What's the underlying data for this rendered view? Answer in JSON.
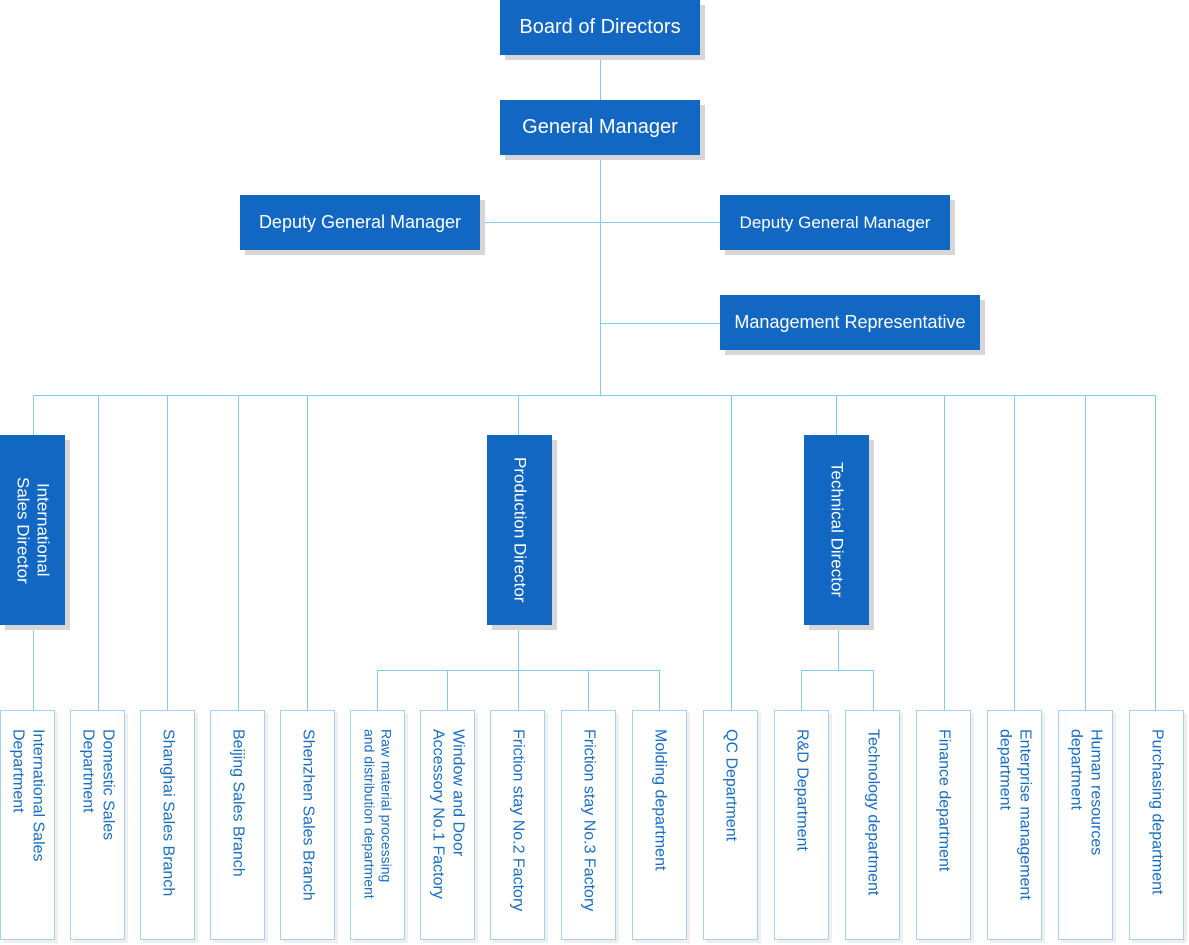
{
  "top": {
    "board": "Board of Directors",
    "gm": "General Manager",
    "dgm_left": "Deputy General Manager",
    "dgm_right": "Deputy General Manager",
    "mgmt_rep": "Management Representative"
  },
  "directors": {
    "intl": "International\nSales Director",
    "production": "Production Director",
    "technical": "Technical Director"
  },
  "departments": [
    "International Sales\nDepartment",
    "Domestic Sales\nDepartment",
    "Shanghai Sales Branch",
    "Beijing Sales Branch",
    "Shenzhen Sales Branch",
    "Raw material processing\nand distribution department",
    "Window and Door\nAccessory No.1 Factory",
    "Friction stay No.2 Factory",
    "Friction stay No.3 Factory",
    "Molding department",
    "QC Department",
    "R&D Department",
    "Technology department",
    "Finance department",
    "Enterprise management\ndepartment",
    "Human resources\ndepartment",
    "Purchasing department"
  ],
  "colors": {
    "box": "#1167c2",
    "line": "#7fd0e6",
    "leaf_border": "#a9d0ec",
    "leaf_text": "#1a6ec0"
  }
}
